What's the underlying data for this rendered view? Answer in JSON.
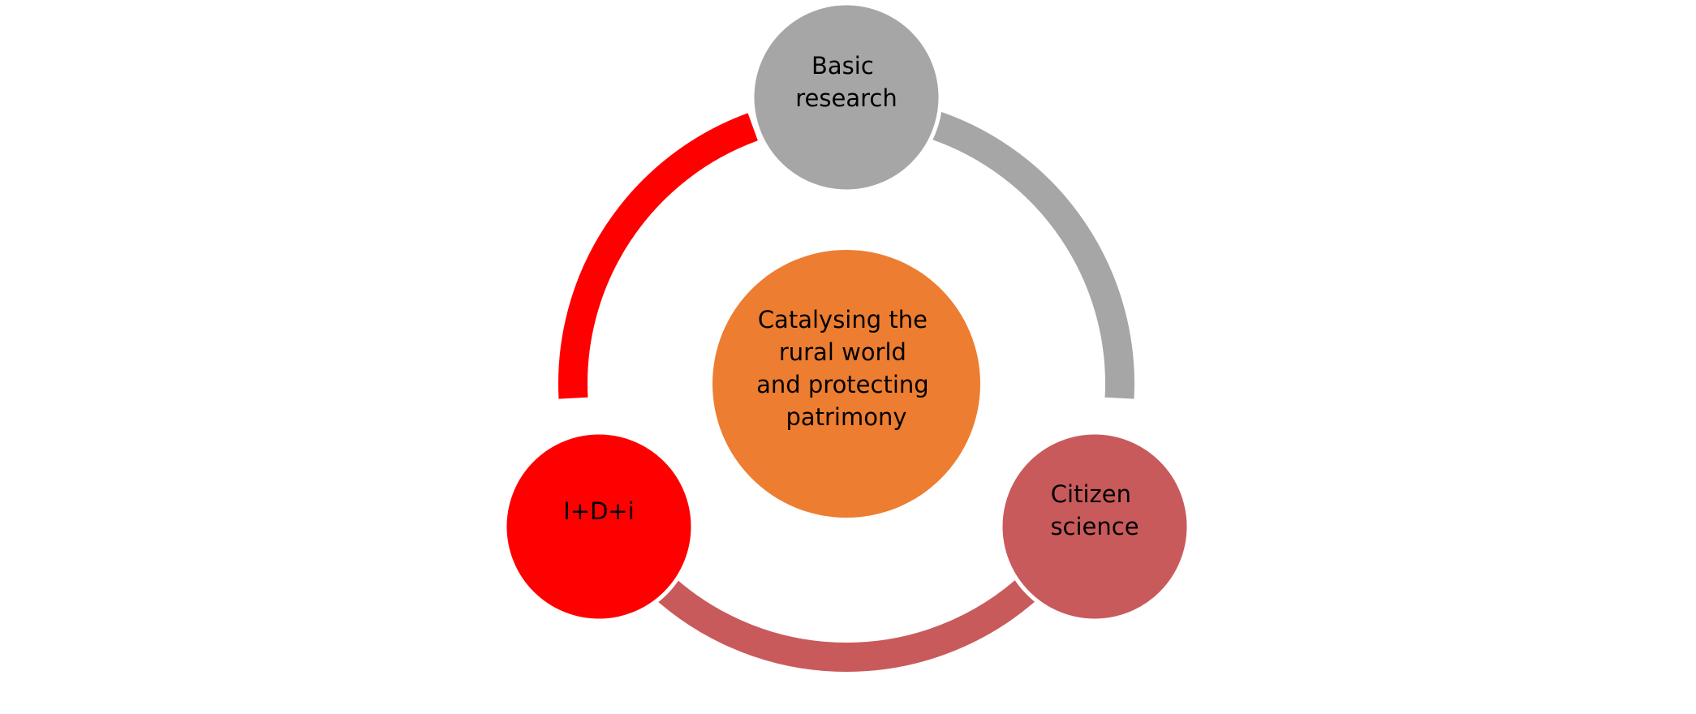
{
  "center": {
    "lines": [
      "Catalysing the",
      "rural world",
      "and protecting",
      "patrimony"
    ],
    "color": "#ED7D31"
  },
  "nodes": [
    {
      "id": "basic-research",
      "lines": [
        "Basic",
        "research"
      ],
      "color": "#A6A6A6"
    },
    {
      "id": "citizen-science",
      "lines": [
        "Citizen",
        "science"
      ],
      "color": "#C95A5C"
    },
    {
      "id": "idi",
      "lines": [
        "I+D+i"
      ],
      "color": "#FF0000"
    }
  ],
  "arcs": [
    {
      "from": "basic-research",
      "to": "citizen-science",
      "color": "#A6A6A6"
    },
    {
      "from": "citizen-science",
      "to": "idi",
      "color": "#C95A5C"
    },
    {
      "from": "idi",
      "to": "basic-research",
      "color": "#FF0000"
    }
  ]
}
